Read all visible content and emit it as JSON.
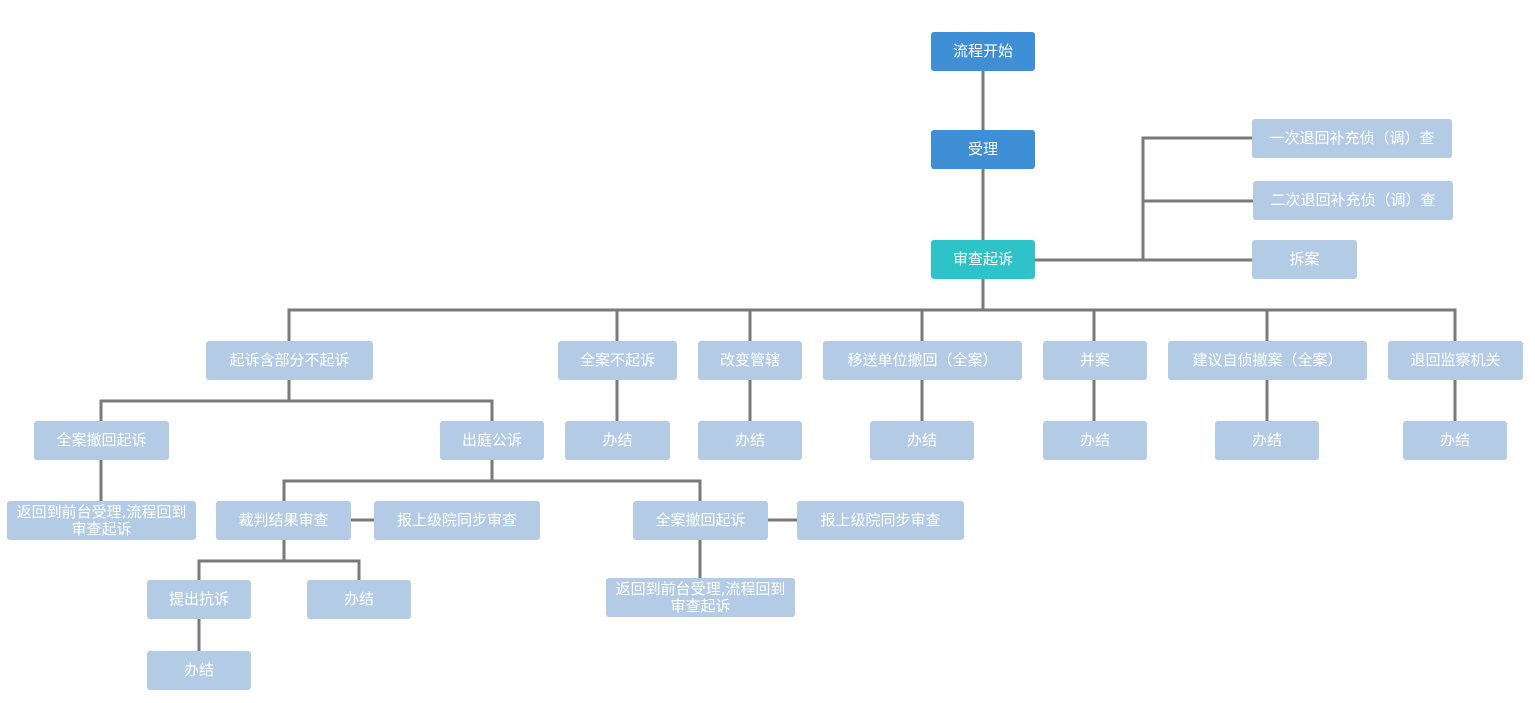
{
  "diagram": {
    "colors": {
      "primary": "#3e8fd6",
      "current": "#2ec3c9",
      "node": "#b3cbe4",
      "connector": "#7a7a7a",
      "text": "#ffffff"
    },
    "nodes": {
      "start": {
        "label": "流程开始",
        "tone": "blue"
      },
      "accept": {
        "label": "受理",
        "tone": "blue"
      },
      "review": {
        "label": "审查起诉",
        "tone": "teal"
      },
      "return1": {
        "label": "一次退回补充侦（调）查",
        "tone": "light"
      },
      "return2": {
        "label": "二次退回补充侦（调）查",
        "tone": "light"
      },
      "split": {
        "label": "拆案",
        "tone": "light"
      },
      "partial": {
        "label": "起诉含部分不起诉",
        "tone": "light"
      },
      "no_prosecute": {
        "label": "全案不起诉",
        "tone": "light"
      },
      "change_jurisdiction": {
        "label": "改变管辖",
        "tone": "light"
      },
      "transfer_withdraw": {
        "label": "移送单位撤回（全案）",
        "tone": "light"
      },
      "merge": {
        "label": "并案",
        "tone": "light"
      },
      "self_withdraw": {
        "label": "建议自侦撤案（全案）",
        "tone": "light"
      },
      "return_supervision": {
        "label": "退回监察机关",
        "tone": "light"
      },
      "done_no_prosecute": {
        "label": "办结",
        "tone": "light"
      },
      "done_change": {
        "label": "办结",
        "tone": "light"
      },
      "done_transfer": {
        "label": "办结",
        "tone": "light"
      },
      "done_merge": {
        "label": "办结",
        "tone": "light"
      },
      "done_self": {
        "label": "办结",
        "tone": "light"
      },
      "done_supervision": {
        "label": "办结",
        "tone": "light"
      },
      "withdraw_all_a": {
        "label": "全案撤回起诉",
        "tone": "light"
      },
      "trial": {
        "label": "出庭公诉",
        "tone": "light"
      },
      "back_frontdesk_a": {
        "label": "返回到前台受理,流程回到审查起诉",
        "tone": "light"
      },
      "verdict_review": {
        "label": "裁判结果审查",
        "tone": "light"
      },
      "report_superior_a": {
        "label": "报上级院同步审查",
        "tone": "light"
      },
      "withdraw_all_b": {
        "label": "全案撤回起诉",
        "tone": "light"
      },
      "report_superior_b": {
        "label": "报上级院同步审查",
        "tone": "light"
      },
      "protest": {
        "label": "提出抗诉",
        "tone": "light"
      },
      "done_verdict": {
        "label": "办结",
        "tone": "light"
      },
      "back_frontdesk_b": {
        "label": "返回到前台受理,流程回到审查起诉",
        "tone": "light"
      },
      "done_protest": {
        "label": "办结",
        "tone": "light"
      }
    }
  }
}
